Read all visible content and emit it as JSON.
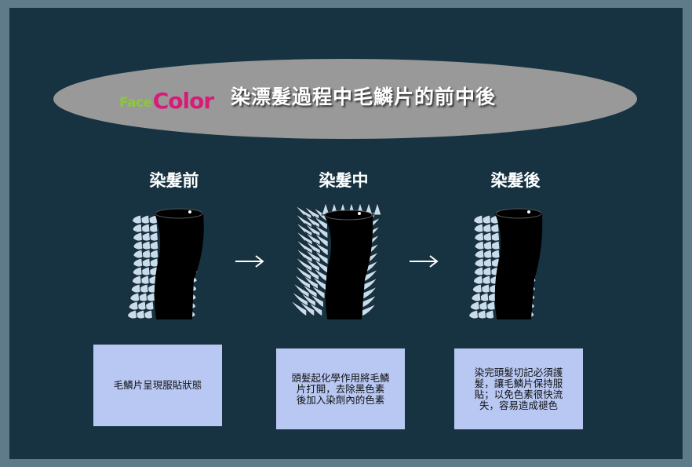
{
  "title": "染漂髮過程中毛鱗片的前中後",
  "logo": {
    "part1": "Face",
    "part2": "Color"
  },
  "stages": [
    {
      "label": "染髮前",
      "desc": [
        "毛鱗片呈現服貼狀態"
      ]
    },
    {
      "label": "染髮中",
      "desc": [
        "頭髮起化學作用將毛鱗",
        "片打開，去除黑色素",
        "後加入染劑內的色素"
      ]
    },
    {
      "label": "染髮後",
      "desc": [
        "染完頭髮切記必須護",
        "髮，讓毛鱗片保持服",
        "貼；以免色素很快流",
        "失，容易造成褪色"
      ]
    }
  ],
  "colors": {
    "scale": "#c7dcec",
    "banner": "#999999",
    "panel": "#173341",
    "box": "#b9c8f3"
  },
  "icons": [
    "hair-strand-icon",
    "arrow-right-icon"
  ]
}
